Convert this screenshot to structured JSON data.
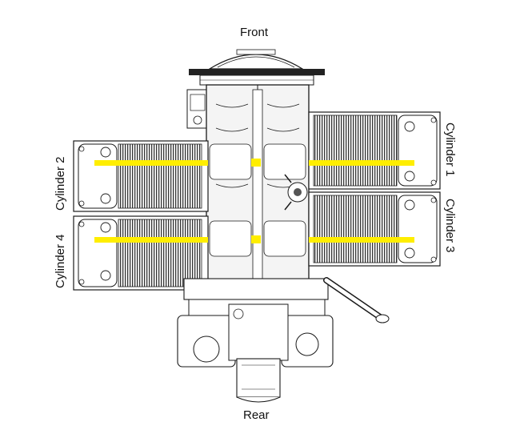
{
  "labels": {
    "front": "Front",
    "rear": "Rear",
    "cylinder_1": "Cylinder 1",
    "cylinder_2": "Cylinder 2",
    "cylinder_3": "Cylinder 3",
    "cylinder_4": "Cylinder 4"
  },
  "colors": {
    "line": "#1a1a1a",
    "fin_fill": "#9a9a9a",
    "highlight": "#ffee00",
    "background": "#ffffff"
  }
}
